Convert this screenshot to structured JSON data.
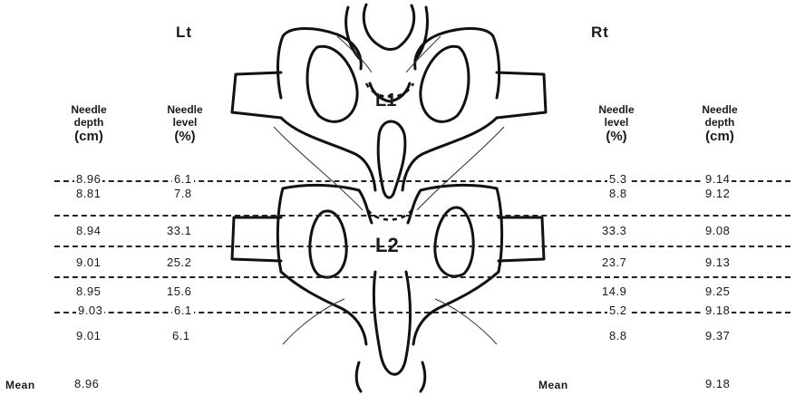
{
  "left_side": {
    "header": "Lt",
    "depth_header": [
      "Needle",
      "depth",
      "(cm)"
    ],
    "level_header": [
      "Needle",
      "level",
      "(%)"
    ],
    "rows": [
      {
        "depth": "8.96",
        "level": "6.1"
      },
      {
        "depth": "8.81",
        "level": "7.8"
      },
      {
        "depth": "8.94",
        "level": "33.1"
      },
      {
        "depth": "9.01",
        "level": "25.2"
      },
      {
        "depth": "8.95",
        "level": "15.6"
      },
      {
        "depth": "9.03",
        "level": "6.1"
      },
      {
        "depth": "9.01",
        "level": "6.1"
      }
    ],
    "mean_label": "Mean",
    "mean_value": "8.96"
  },
  "right_side": {
    "header": "Rt",
    "level_header": [
      "Needle",
      "level",
      "(%)"
    ],
    "depth_header": [
      "Needle",
      "depth",
      "(cm)"
    ],
    "rows": [
      {
        "level": "5.3",
        "depth": "9.14"
      },
      {
        "level": "8.8",
        "depth": "9.12"
      },
      {
        "level": "33.3",
        "depth": "9.08"
      },
      {
        "level": "23.7",
        "depth": "9.13"
      },
      {
        "level": "14.9",
        "depth": "9.25"
      },
      {
        "level": "5.2",
        "depth": "9.18"
      },
      {
        "level": "8.8",
        "depth": "9.37"
      }
    ],
    "mean_label": "Mean",
    "mean_value": "9.18"
  },
  "vertebrae": {
    "upper_label": "L1",
    "lower_label": "L2"
  }
}
